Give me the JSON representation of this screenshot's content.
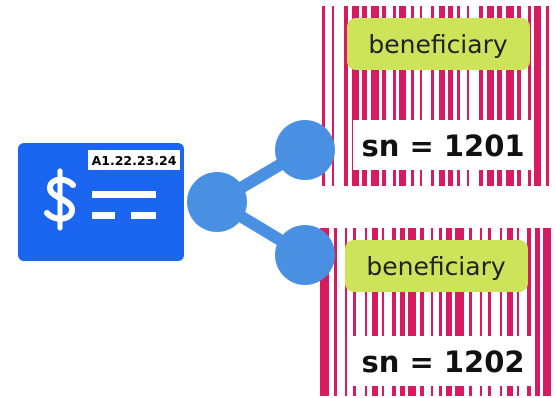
{
  "card": {
    "code": "A1.22.23.24",
    "symbol": "$",
    "color": "#1a66f0"
  },
  "share": {
    "icon": "share-icon",
    "node_color": "#4a90e2",
    "line_color": "#4a90e2"
  },
  "tickets": [
    {
      "tag": "beneficiary",
      "sn": "sn = 1201"
    },
    {
      "tag": "beneficiary",
      "sn": "sn = 1202"
    }
  ],
  "colors": {
    "barcode": "#d81b60",
    "tag_background": "#cde35a"
  }
}
